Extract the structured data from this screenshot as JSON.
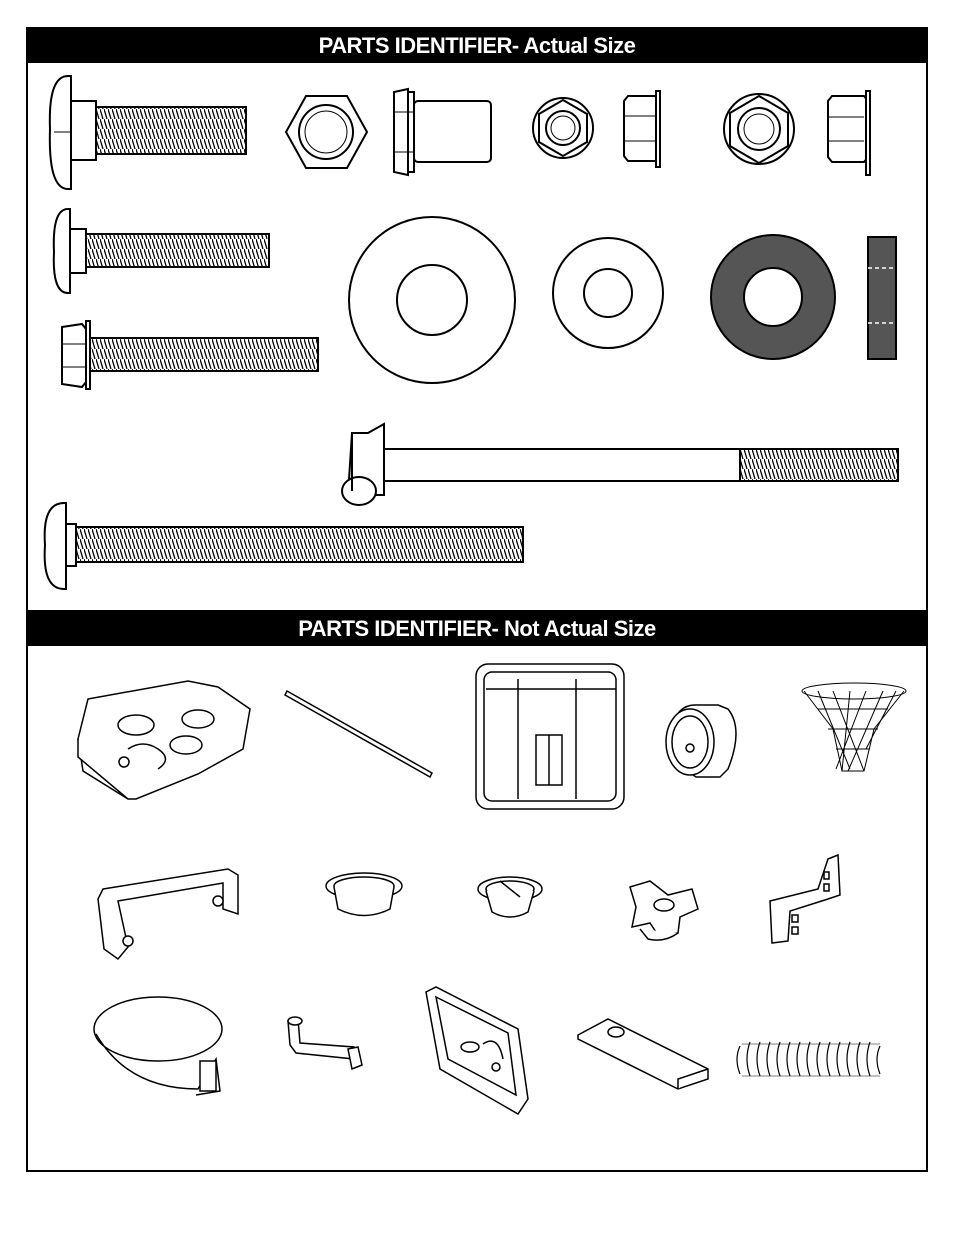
{
  "sections": [
    {
      "title_bold": "PARTS IDENTIFIER",
      "title_rest": "- Actual Size"
    },
    {
      "title_bold": "PARTS IDENTIFIER",
      "title_rest": "- Not Actual Size"
    }
  ],
  "colors": {
    "ink": "#000000",
    "paper": "#ffffff",
    "washer_dark": "#555555"
  },
  "parts_actual": [
    "carriage-bolt-short-icon",
    "hex-nut-icon",
    "hex-nut-side-icon",
    "flange-nut-small-icon",
    "flange-nut-small-side-icon",
    "flange-nut-large-icon",
    "flange-nut-large-side-icon",
    "carriage-bolt-medium-icon",
    "hex-flange-bolt-icon",
    "flat-washer-large-icon",
    "flat-washer-small-icon",
    "rubber-washer-icon",
    "spacer-sleeve-icon",
    "j-bolt-icon",
    "carriage-bolt-long-icon"
  ],
  "parts_not_actual": [
    "base-icon",
    "rod-icon",
    "backboard-icon",
    "wheel-icon",
    "net-icon",
    "bracket-icon",
    "cap-icon",
    "plug-icon",
    "knob-icon",
    "clamp-bracket-icon",
    "rim-icon",
    "link-arm-icon",
    "mount-plate-icon",
    "channel-plate-icon",
    "spring-icon"
  ]
}
